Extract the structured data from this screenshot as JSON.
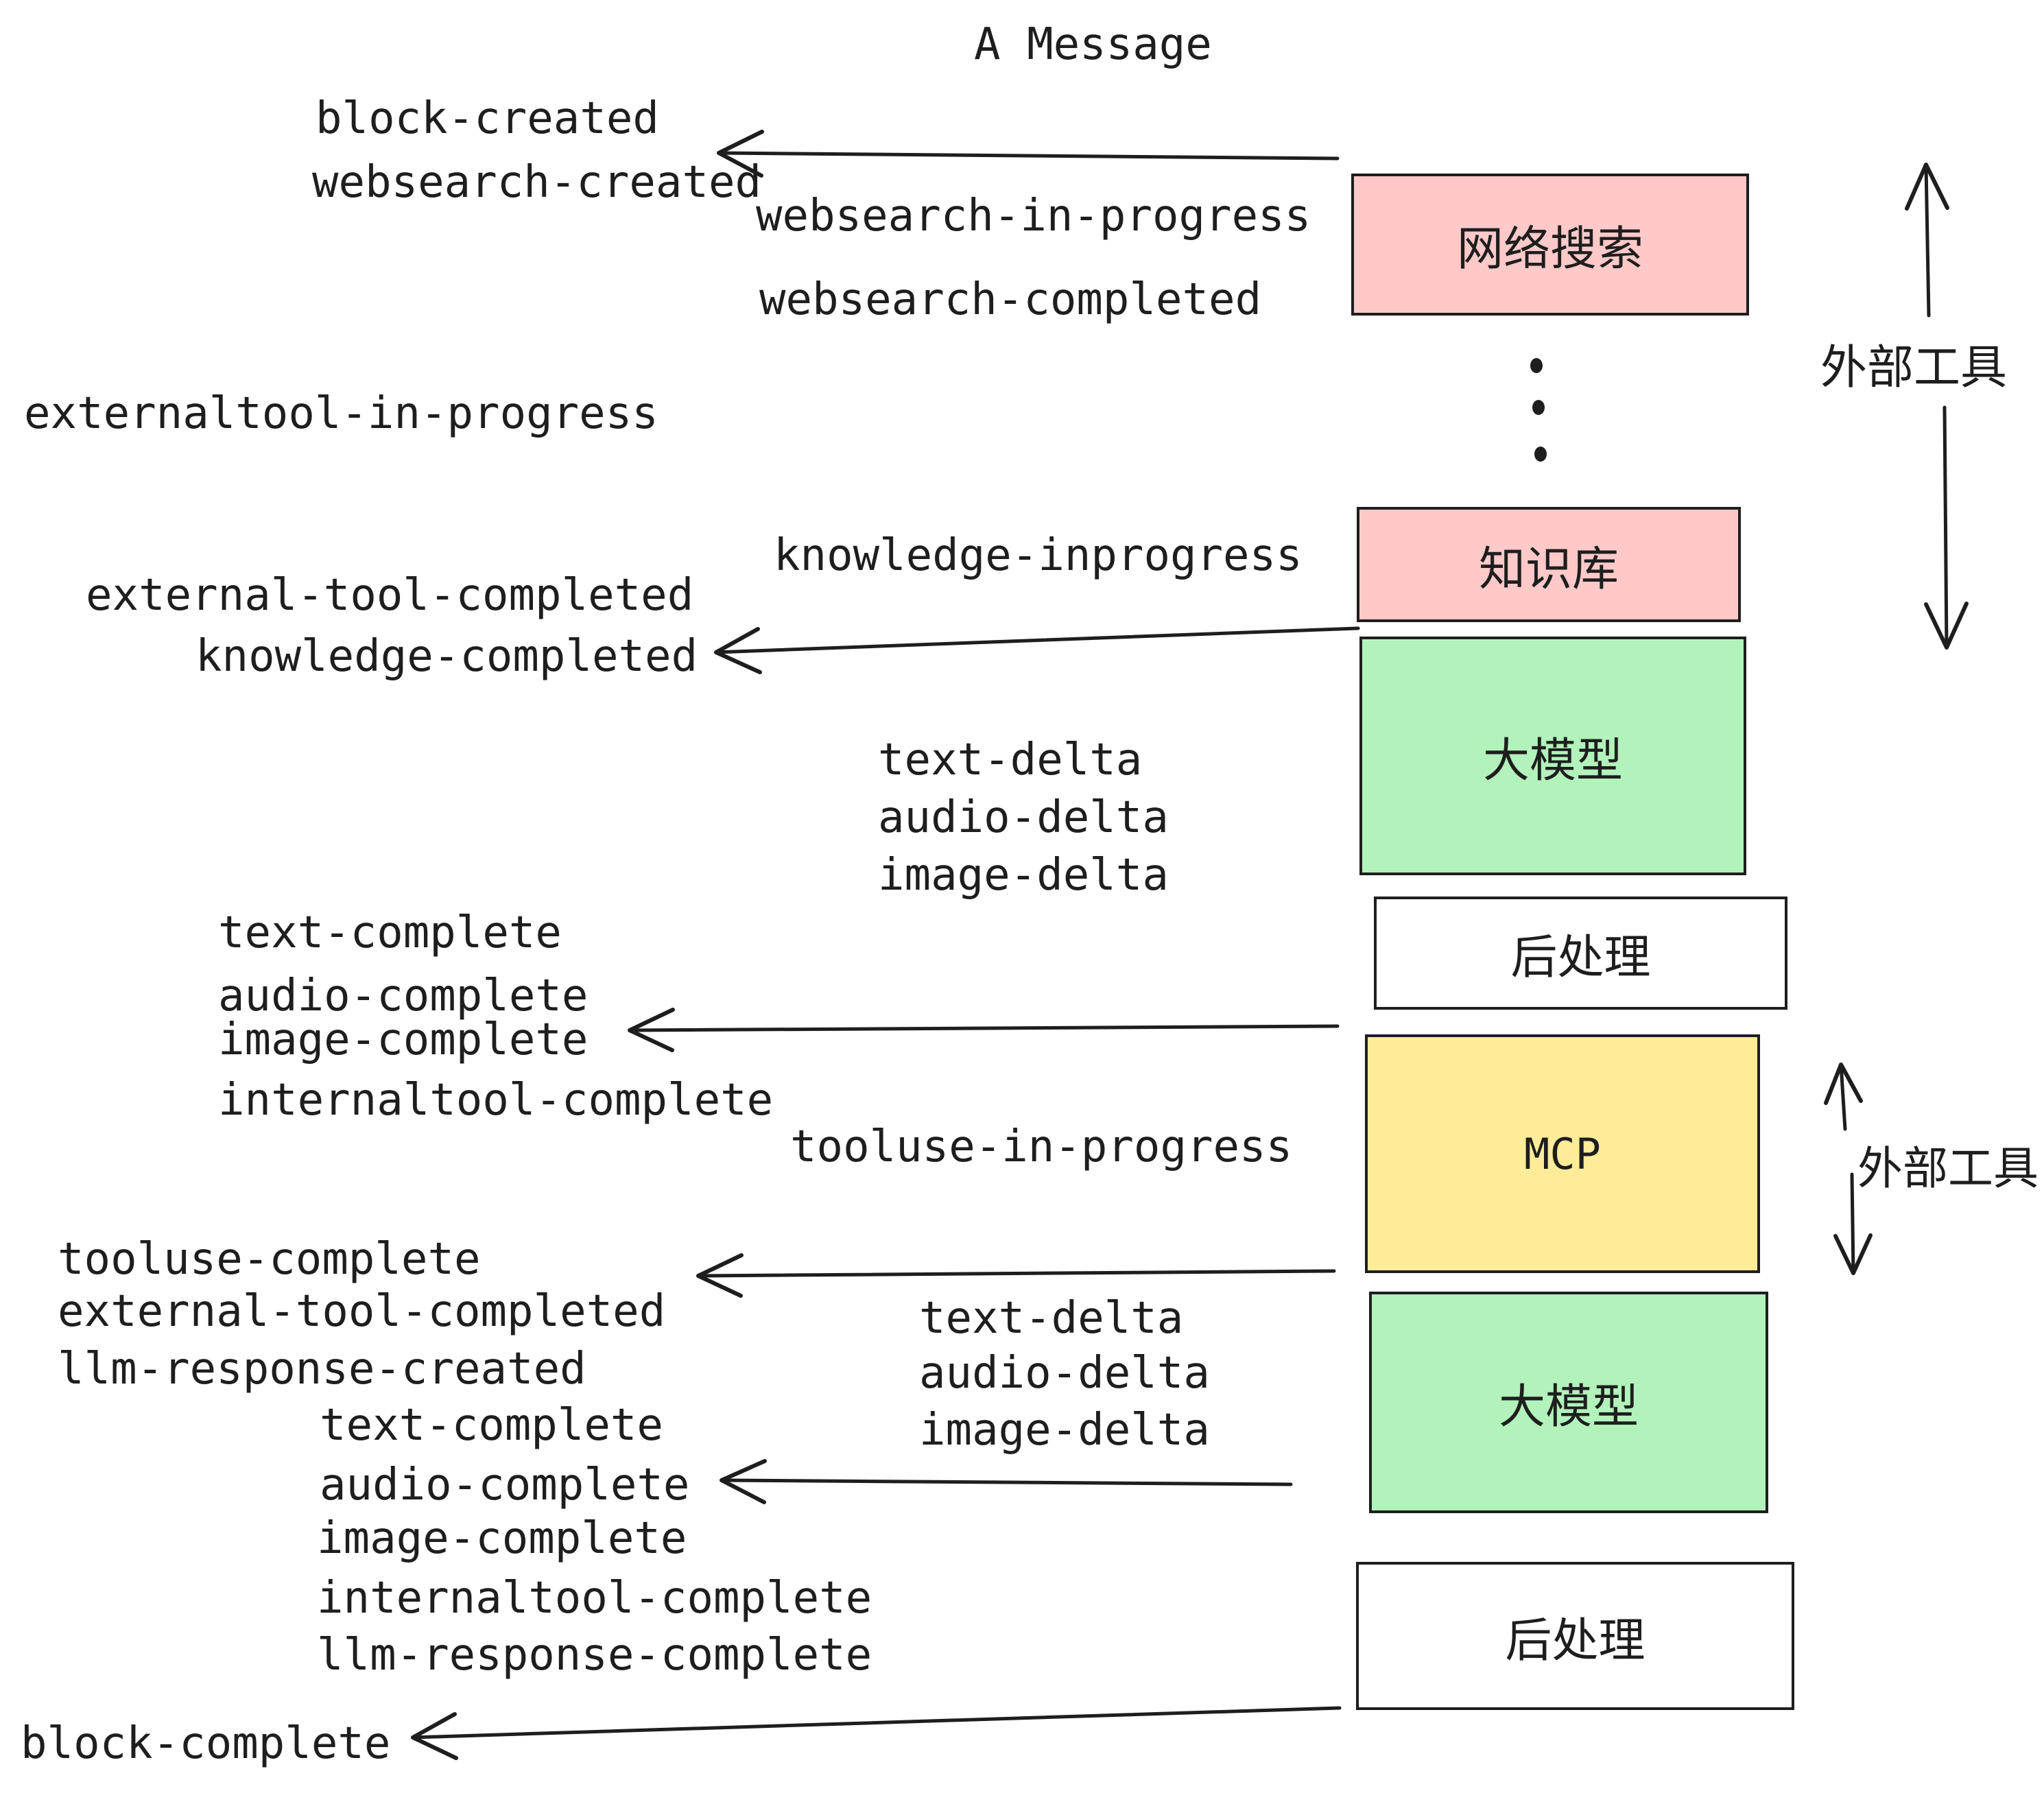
{
  "title": "A Message",
  "colors": {
    "ink": "#1e1e1e",
    "pink": "#ffc9c9",
    "green": "#b2f2bb",
    "yellow": "#ffec99",
    "white": "#ffffff"
  },
  "boxes": [
    {
      "label": "网络搜索"
    },
    {
      "label": "知识库"
    },
    {
      "label": "大模型"
    },
    {
      "label": "后处理"
    },
    {
      "label": "MCP"
    },
    {
      "label": "大模型"
    },
    {
      "label": "后处理"
    }
  ],
  "side_labels": [
    "外部工具",
    "外部工具"
  ],
  "events": [
    "block-created",
    "websearch-created",
    "websearch-in-progress",
    "websearch-completed",
    "externaltool-in-progress",
    "knowledge-inprogress",
    "external-tool-completed",
    "knowledge-completed",
    "text-delta",
    "audio-delta",
    "image-delta",
    "text-complete",
    "audio-complete",
    "image-complete",
    "internaltool-complete",
    "tooluse-in-progress",
    "tooluse-complete",
    "external-tool-completed",
    "llm-response-created",
    "text-complete",
    "audio-complete",
    "image-complete",
    "internaltool-complete",
    "llm-response-complete",
    "block-complete",
    "text-delta",
    "audio-delta",
    "image-delta"
  ]
}
